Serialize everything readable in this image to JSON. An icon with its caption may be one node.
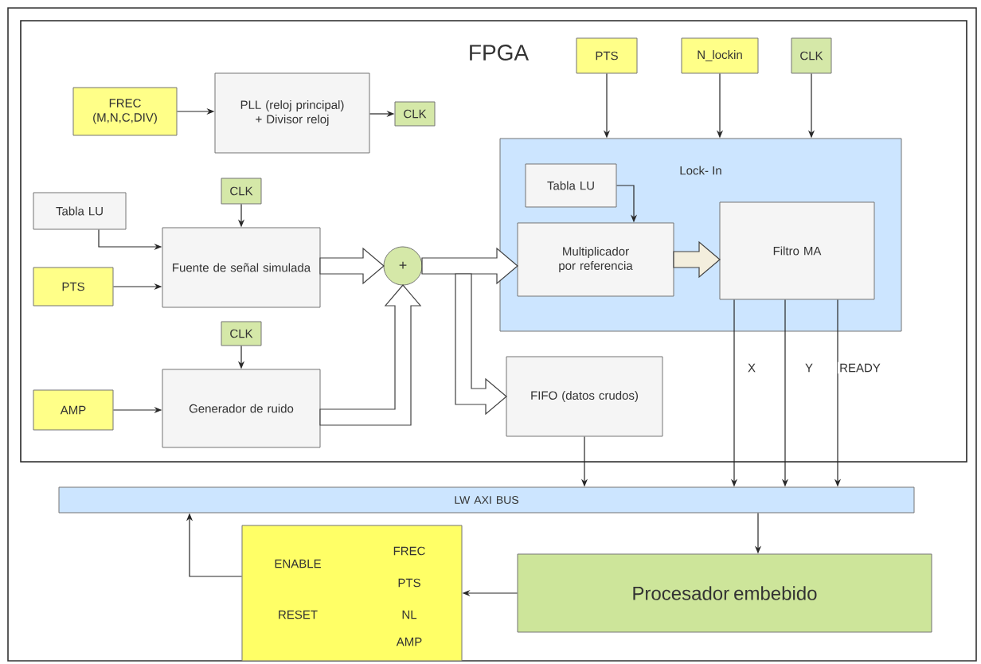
{
  "diagram": {
    "nodes": [
      {
        "text": [
          "FPGA"
        ]
      },
      {
        "text": [
          "FREC (M,N,C,DIV)"
        ],
        "in": 0
      },
      {
        "text": [
          "PLL (reloj principal) + Divisor reloj"
        ],
        "in": 0
      },
      {
        "text": [
          "CLK"
        ],
        "in": 0
      },
      {
        "text": [
          "Tabla LU"
        ],
        "in": 0
      },
      {
        "text": [
          "CLK"
        ],
        "in": 0
      },
      {
        "text": [
          "Fuente de señal simulada"
        ],
        "in": 0
      },
      {
        "text": [
          "PTS"
        ],
        "in": 0
      },
      {
        "text": [
          "CLK"
        ],
        "in": 0
      },
      {
        "text": [
          "AMP"
        ],
        "in": 0
      },
      {
        "text": [
          "Generador de ruido"
        ],
        "in": 0
      },
      {
        "text": [
          "+"
        ],
        "in": 0
      },
      {
        "text": [
          "PTS"
        ],
        "in": 0
      },
      {
        "text": [
          "N_lockin"
        ],
        "in": 0
      },
      {
        "text": [
          "CLK"
        ],
        "in": 0
      },
      {
        "text": [
          "Lock- In"
        ],
        "in": 0
      },
      {
        "text": [
          "Tabla LU"
        ],
        "in": 15
      },
      {
        "text": [
          "Multiplicador por referencia"
        ],
        "in": 15
      },
      {
        "text": [
          "Filtro MA"
        ],
        "in": 15
      },
      {
        "text": [
          "FIFO (datos crudos)"
        ],
        "in": 0
      },
      {
        "text": [
          "LW AXI BUS"
        ]
      },
      {
        "text": [
          "ENABLE",
          "RESET",
          "FREC",
          "PTS",
          "NL",
          "AMP"
        ]
      },
      {
        "text": [
          "Procesador embebido"
        ]
      }
    ],
    "edges": [
      {
        "from": 1,
        "to": 2,
        "arrow": "to"
      },
      {
        "from": 2,
        "to": 3,
        "arrow": "to"
      },
      {
        "from": 4,
        "to": 6,
        "arrow": "to"
      },
      {
        "from": 5,
        "to": 6,
        "arrow": "to"
      },
      {
        "from": 7,
        "to": 6,
        "arrow": "to"
      },
      {
        "from": 8,
        "to": 10,
        "arrow": "to"
      },
      {
        "from": 9,
        "to": 10,
        "arrow": "to"
      },
      {
        "from": 6,
        "to": 11,
        "arrow": "to",
        "style": "thick"
      },
      {
        "from": 10,
        "to": 11,
        "arrow": "to",
        "style": "thick"
      },
      {
        "from": 11,
        "to": 17,
        "arrow": "to",
        "style": "thick"
      },
      {
        "from": 11,
        "to": 19,
        "arrow": "to",
        "style": "thick"
      },
      {
        "from": 12,
        "to": 15,
        "arrow": "to"
      },
      {
        "from": 13,
        "to": 15,
        "arrow": "to"
      },
      {
        "from": 14,
        "to": 15,
        "arrow": "to"
      },
      {
        "from": 16,
        "to": 17,
        "arrow": "to"
      },
      {
        "from": 17,
        "to": 18,
        "arrow": "to",
        "style": "thick"
      },
      {
        "from": 18,
        "to": 20,
        "arrow": "to",
        "label": "X"
      },
      {
        "from": 18,
        "to": 20,
        "arrow": "to",
        "label": "Y"
      },
      {
        "from": 18,
        "to": 20,
        "arrow": "to",
        "label": "READY"
      },
      {
        "from": 19,
        "to": 20,
        "arrow": "to"
      },
      {
        "from": 20,
        "to": 22,
        "arrow": "to"
      },
      {
        "from": 22,
        "to": 21,
        "arrow": "to"
      },
      {
        "from": 21,
        "to": 20,
        "arrow": "to"
      }
    ]
  }
}
